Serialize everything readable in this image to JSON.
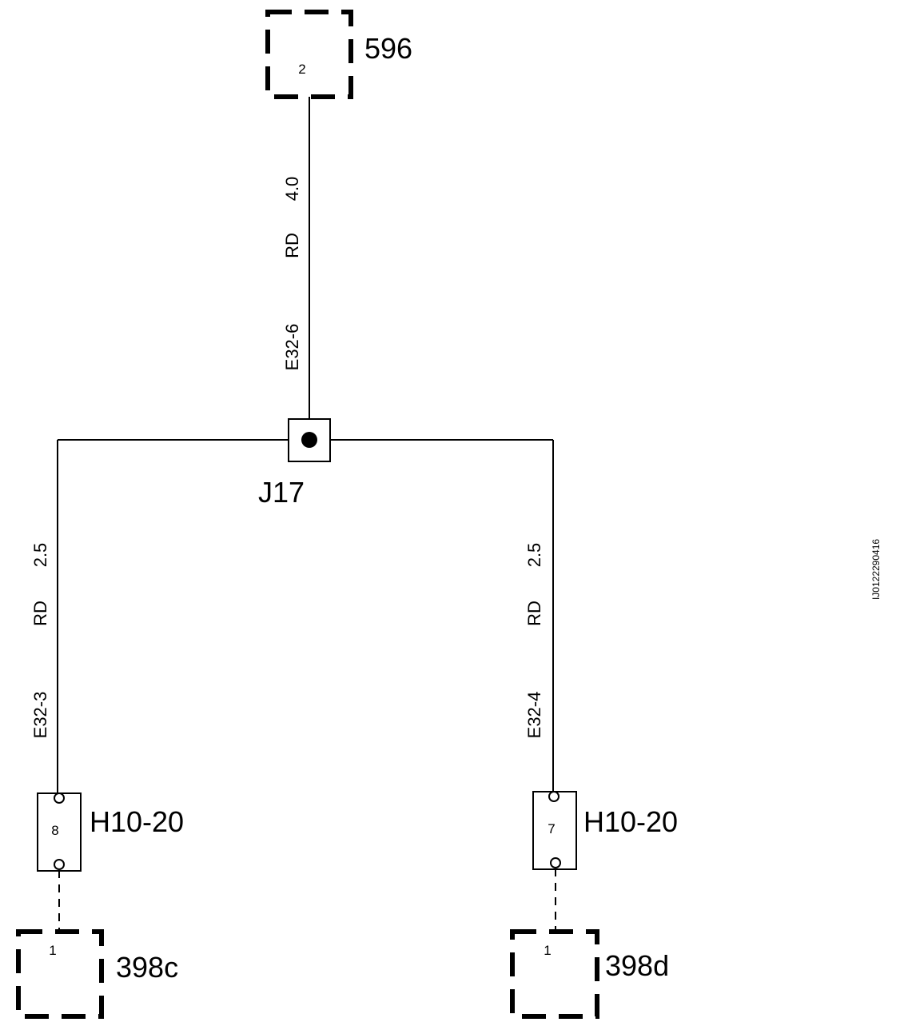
{
  "components": {
    "top": {
      "id": "596",
      "pin": "2"
    },
    "left_bottom": {
      "id": "398c",
      "pin": "1"
    },
    "right_bottom": {
      "id": "398d",
      "pin": "1"
    }
  },
  "splice": {
    "id": "J17"
  },
  "connectors": {
    "left": {
      "id": "H10-20",
      "pin": "8"
    },
    "right": {
      "id": "H10-20",
      "pin": "7"
    }
  },
  "wires": {
    "top": {
      "circuit": "E32-6",
      "color": "RD",
      "size": "4.0"
    },
    "left": {
      "circuit": "E32-3",
      "color": "RD",
      "size": "2.5"
    },
    "right": {
      "circuit": "E32-4",
      "color": "RD",
      "size": "2.5"
    }
  },
  "document_id": "IJ0122290416"
}
